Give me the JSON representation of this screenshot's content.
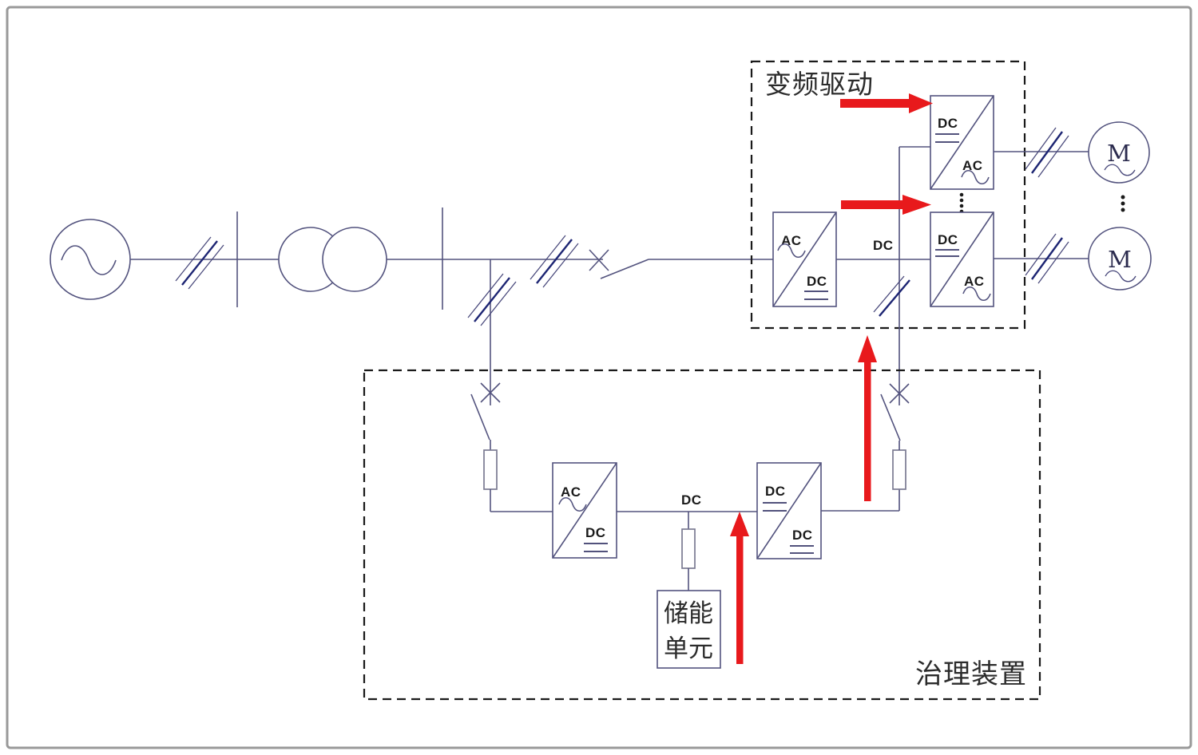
{
  "labels": {
    "vfd_title": "变频驱动",
    "gov_title": "治理装置",
    "storage_line1": "储能",
    "storage_line2": "单元",
    "vfd_dc_bus": "DC",
    "gov_dc_bus": "DC",
    "motor1": "M",
    "motor2": "M"
  },
  "blocks": {
    "vfd_rectifier": {
      "top_label": "AC",
      "bottom_label": "DC"
    },
    "vfd_inverter1": {
      "top_label": "DC",
      "bottom_label": "AC"
    },
    "vfd_inverter2": {
      "top_label": "DC",
      "bottom_label": "AC"
    },
    "gov_rectifier": {
      "top_label": "AC",
      "bottom_label": "DC"
    },
    "gov_dcdc": {
      "top_label": "DC",
      "bottom_label": "DC"
    }
  },
  "colors": {
    "wire": "#53537e",
    "slash_dark": "#1d2573",
    "text": "#1a1a1a",
    "flow_arrow_red": "#e8191c",
    "dashed_border": "#1a1a1a",
    "outer_frame": "#999999"
  }
}
